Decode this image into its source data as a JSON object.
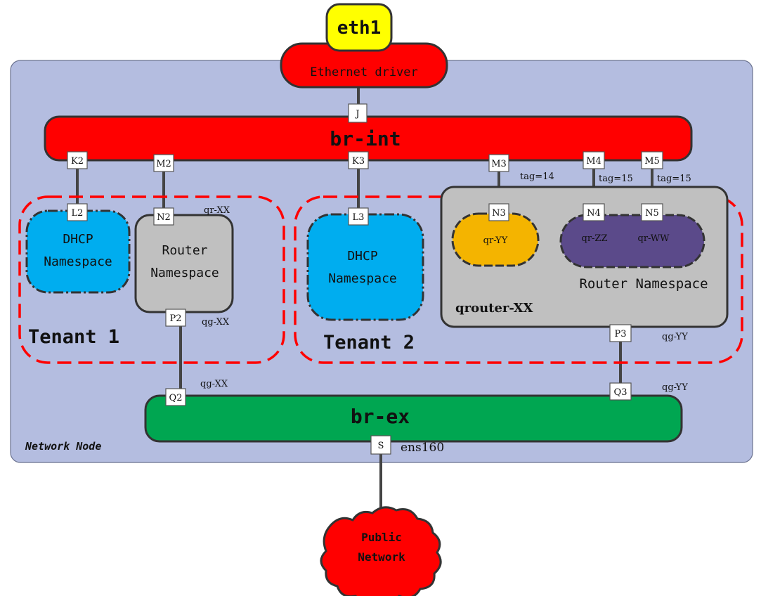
{
  "nodes": {
    "eth1": "eth1",
    "ethernet_driver": "Ethernet driver",
    "br_int": "br-int",
    "br_ex": "br-ex",
    "public_network": [
      "Public",
      "Network"
    ],
    "network_node": "Network Node",
    "tenant1": "Tenant 1",
    "tenant2": "Tenant 2",
    "dhcp_ns_1": [
      "DHCP",
      "Namespace"
    ],
    "router_ns_1": [
      "Router",
      "Namespace"
    ],
    "dhcp_ns_2": [
      "DHCP",
      "Namespace"
    ],
    "router_ns_2": "Router Namespace",
    "qrouter": "qrouter-XX",
    "qr_yy": "qr-YY",
    "qr_zz": "qr-ZZ",
    "qr_ww": "qr-WW"
  },
  "ports": {
    "J": "J",
    "K2": "K2",
    "M2": "M2",
    "K3": "K3",
    "M3": "M3",
    "M4": "M4",
    "M5": "M5",
    "L2": "L2",
    "N2": "N2",
    "L3": "L3",
    "N3": "N3",
    "N4": "N4",
    "N5": "N5",
    "P2": "P2",
    "P3": "P3",
    "Q2": "Q2",
    "Q3": "Q3",
    "S": "S"
  },
  "labels": {
    "tag_m3": "tag=14",
    "tag_m4": "tag=15",
    "tag_m5": "tag=15",
    "qr_xx": "qr-XX",
    "qg_xx_upper": "qg-XX",
    "qg_xx_lower": "qg-XX",
    "qg_yy_upper": "qg-YY",
    "qg_yy_lower": "qg-YY",
    "ens160": "ens160"
  },
  "colors": {
    "node_bg": "#b4bde0",
    "bridge_red": "#ff0000",
    "bridge_green": "#00a651",
    "eth_yellow": "#ffff00",
    "dhcp_blue": "#00adef",
    "router_gray": "#c0c0c0",
    "qr_orange": "#f4b400",
    "qr_purple": "#5b4a8a",
    "dash_red": "#ff0000"
  }
}
